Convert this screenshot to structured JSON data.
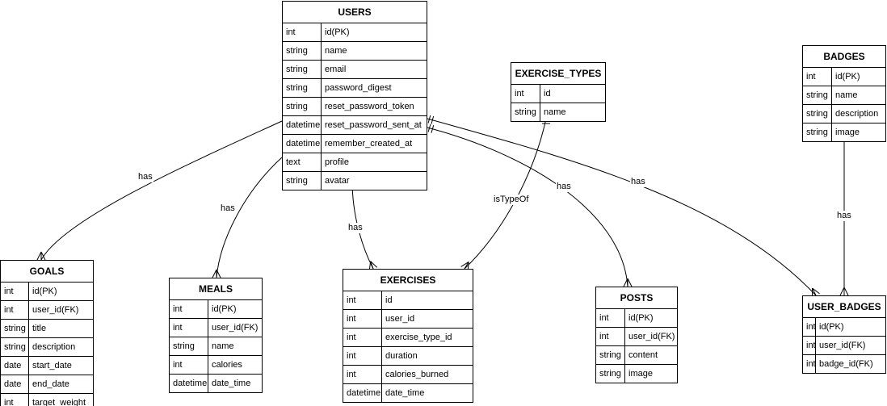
{
  "entities": [
    {
      "key": "users",
      "title": "USERS",
      "rows": [
        [
          "int",
          "id(PK)"
        ],
        [
          "string",
          "name"
        ],
        [
          "string",
          "email"
        ],
        [
          "string",
          "password_digest"
        ],
        [
          "string",
          "reset_password_token"
        ],
        [
          "datetime",
          "reset_password_sent_at"
        ],
        [
          "datetime",
          "remember_created_at"
        ],
        [
          "text",
          "profile"
        ],
        [
          "string",
          "avatar"
        ]
      ]
    },
    {
      "key": "exercise_types",
      "title": "EXERCISE_TYPES",
      "rows": [
        [
          "int",
          "id"
        ],
        [
          "string",
          "name"
        ]
      ]
    },
    {
      "key": "badges",
      "title": "BADGES",
      "rows": [
        [
          "int",
          "id(PK)"
        ],
        [
          "string",
          "name"
        ],
        [
          "string",
          "description"
        ],
        [
          "string",
          "image"
        ]
      ]
    },
    {
      "key": "goals",
      "title": "GOALS",
      "rows": [
        [
          "int",
          "id(PK)"
        ],
        [
          "int",
          "user_id(FK)"
        ],
        [
          "string",
          "title"
        ],
        [
          "string",
          "description"
        ],
        [
          "date",
          "start_date"
        ],
        [
          "date",
          "end_date"
        ],
        [
          "int",
          "target_weight"
        ]
      ]
    },
    {
      "key": "meals",
      "title": "MEALS",
      "rows": [
        [
          "int",
          "id(PK)"
        ],
        [
          "int",
          "user_id(FK)"
        ],
        [
          "string",
          "name"
        ],
        [
          "int",
          "calories"
        ],
        [
          "datetime",
          "date_time"
        ]
      ]
    },
    {
      "key": "exercises",
      "title": "EXERCISES",
      "rows": [
        [
          "int",
          "id"
        ],
        [
          "int",
          "user_id"
        ],
        [
          "int",
          "exercise_type_id"
        ],
        [
          "int",
          "duration"
        ],
        [
          "int",
          "calories_burned"
        ],
        [
          "datetime",
          "date_time"
        ]
      ]
    },
    {
      "key": "posts",
      "title": "POSTS",
      "rows": [
        [
          "int",
          "id(PK)"
        ],
        [
          "int",
          "user_id(FK)"
        ],
        [
          "string",
          "content"
        ],
        [
          "string",
          "image"
        ]
      ]
    },
    {
      "key": "user_badges",
      "title": "USER_BADGES",
      "rows": [
        [
          "int",
          "id(PK)"
        ],
        [
          "int",
          "user_id(FK)"
        ],
        [
          "int",
          "badge_id(FK)"
        ]
      ]
    }
  ],
  "relationships": [
    {
      "key": "users-goals",
      "from": "USERS",
      "to": "GOALS",
      "label": "has",
      "from_card": "one",
      "to_card": "many"
    },
    {
      "key": "users-meals",
      "from": "USERS",
      "to": "MEALS",
      "label": "has",
      "from_card": "one",
      "to_card": "many"
    },
    {
      "key": "users-exercises",
      "from": "USERS",
      "to": "EXERCISES",
      "label": "has",
      "from_card": "one",
      "to_card": "many"
    },
    {
      "key": "exercisetypes-exercises",
      "from": "EXERCISE_TYPES",
      "to": "EXERCISES",
      "label": "isTypeOf",
      "from_card": "one",
      "to_card": "many"
    },
    {
      "key": "users-posts",
      "from": "USERS",
      "to": "POSTS",
      "label": "has",
      "from_card": "one",
      "to_card": "many"
    },
    {
      "key": "users-userbadges",
      "from": "USERS",
      "to": "USER_BADGES",
      "label": "has",
      "from_card": "one",
      "to_card": "many"
    },
    {
      "key": "badges-userbadges",
      "from": "BADGES",
      "to": "USER_BADGES",
      "label": "has",
      "from_card": "one",
      "to_card": "many"
    }
  ]
}
